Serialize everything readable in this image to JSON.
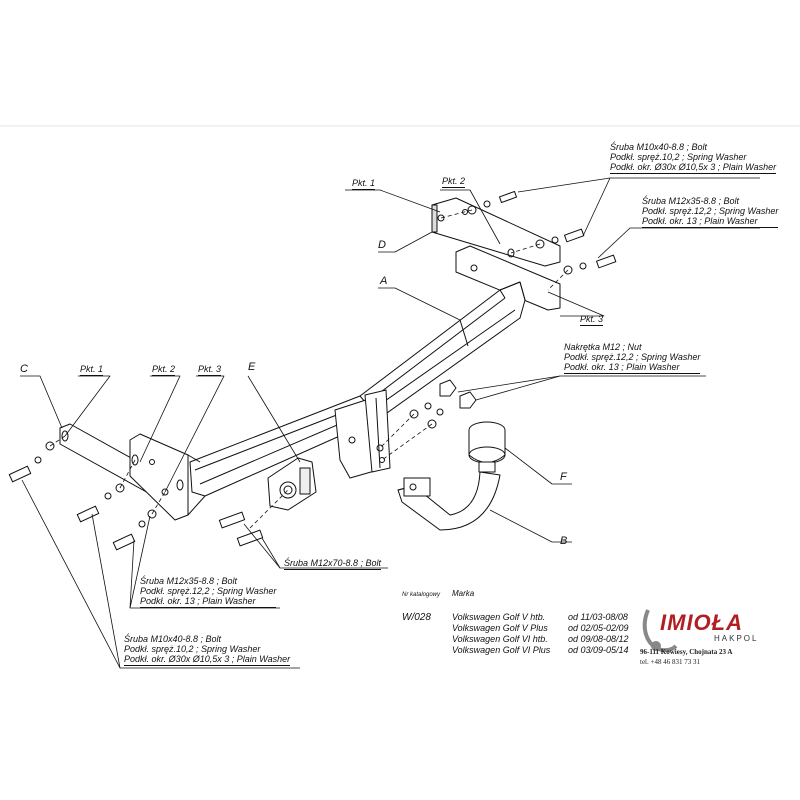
{
  "labels": {
    "pkt1_top": "Pkt. 1",
    "pkt2_top": "Pkt. 2",
    "pkt3_right": "Pkt. 3",
    "pkt1_left": "Pkt. 1",
    "pkt2_left": "Pkt. 2",
    "pkt3_left": "Pkt. 3",
    "A": "A",
    "B": "B",
    "C": "C",
    "D": "D",
    "E": "E",
    "F": "F"
  },
  "callouts": {
    "top_bolt": [
      "Śruba M10x40-8.8 ;  Bolt",
      "Podkł. spręż.10,2 ; Spring Washer",
      "Podkł. okr.  Ø30x Ø10,5x 3 ; Plain Washer"
    ],
    "mid_bolt": [
      "Śruba M12x35-8.8 ;  Bolt",
      "Podkł. spręż.12,2 ; Spring Washer",
      "Podkł. okr. 13 ; Plain Washer"
    ],
    "nut": [
      "Nakrętka  M12 ; Nut",
      "Podkł. spręż.12,2 ; Spring Washer",
      "Podkł. okr. 13 ; Plain Washer"
    ],
    "bolt_m12x70": "Śruba M12x70-8.8 ;  Bolt",
    "left_m12": [
      "Śruba M12x35-8.8 ;  Bolt",
      "Podkł. spręż.12,2 ; Spring Washer",
      "Podkł. okr. 13 ; Plain Washer"
    ],
    "left_m10": [
      "Śruba M10x40-8.8 ;  Bolt",
      "Podkł. spręż.10,2 ; Spring Washer",
      "Podkł. okr.  Ø30x Ø10,5x 3 ; Plain Washer"
    ]
  },
  "catalog": {
    "hdr_number": "Nr katalogowy",
    "hdr_brand": "Marka",
    "number": "W/028",
    "rows": [
      {
        "model": "Volkswagen Golf V htb.",
        "dates": "od 11/03-08/08"
      },
      {
        "model": "Volkswagen Golf V Plus",
        "dates": "od 02/05-02/09"
      },
      {
        "model": "Volkswagen Golf VI htb.",
        "dates": "od 09/08-08/12"
      },
      {
        "model": "Volkswagen Golf VI Plus",
        "dates": "od 03/09-05/14"
      }
    ]
  },
  "brand": {
    "name": "IMIOŁA",
    "sub": "HAKPOL",
    "address": "96-111 Kowiesy, Chojnata 23 A",
    "phone": "tel. +48 46 831 73 31",
    "color": "#b11f24"
  }
}
